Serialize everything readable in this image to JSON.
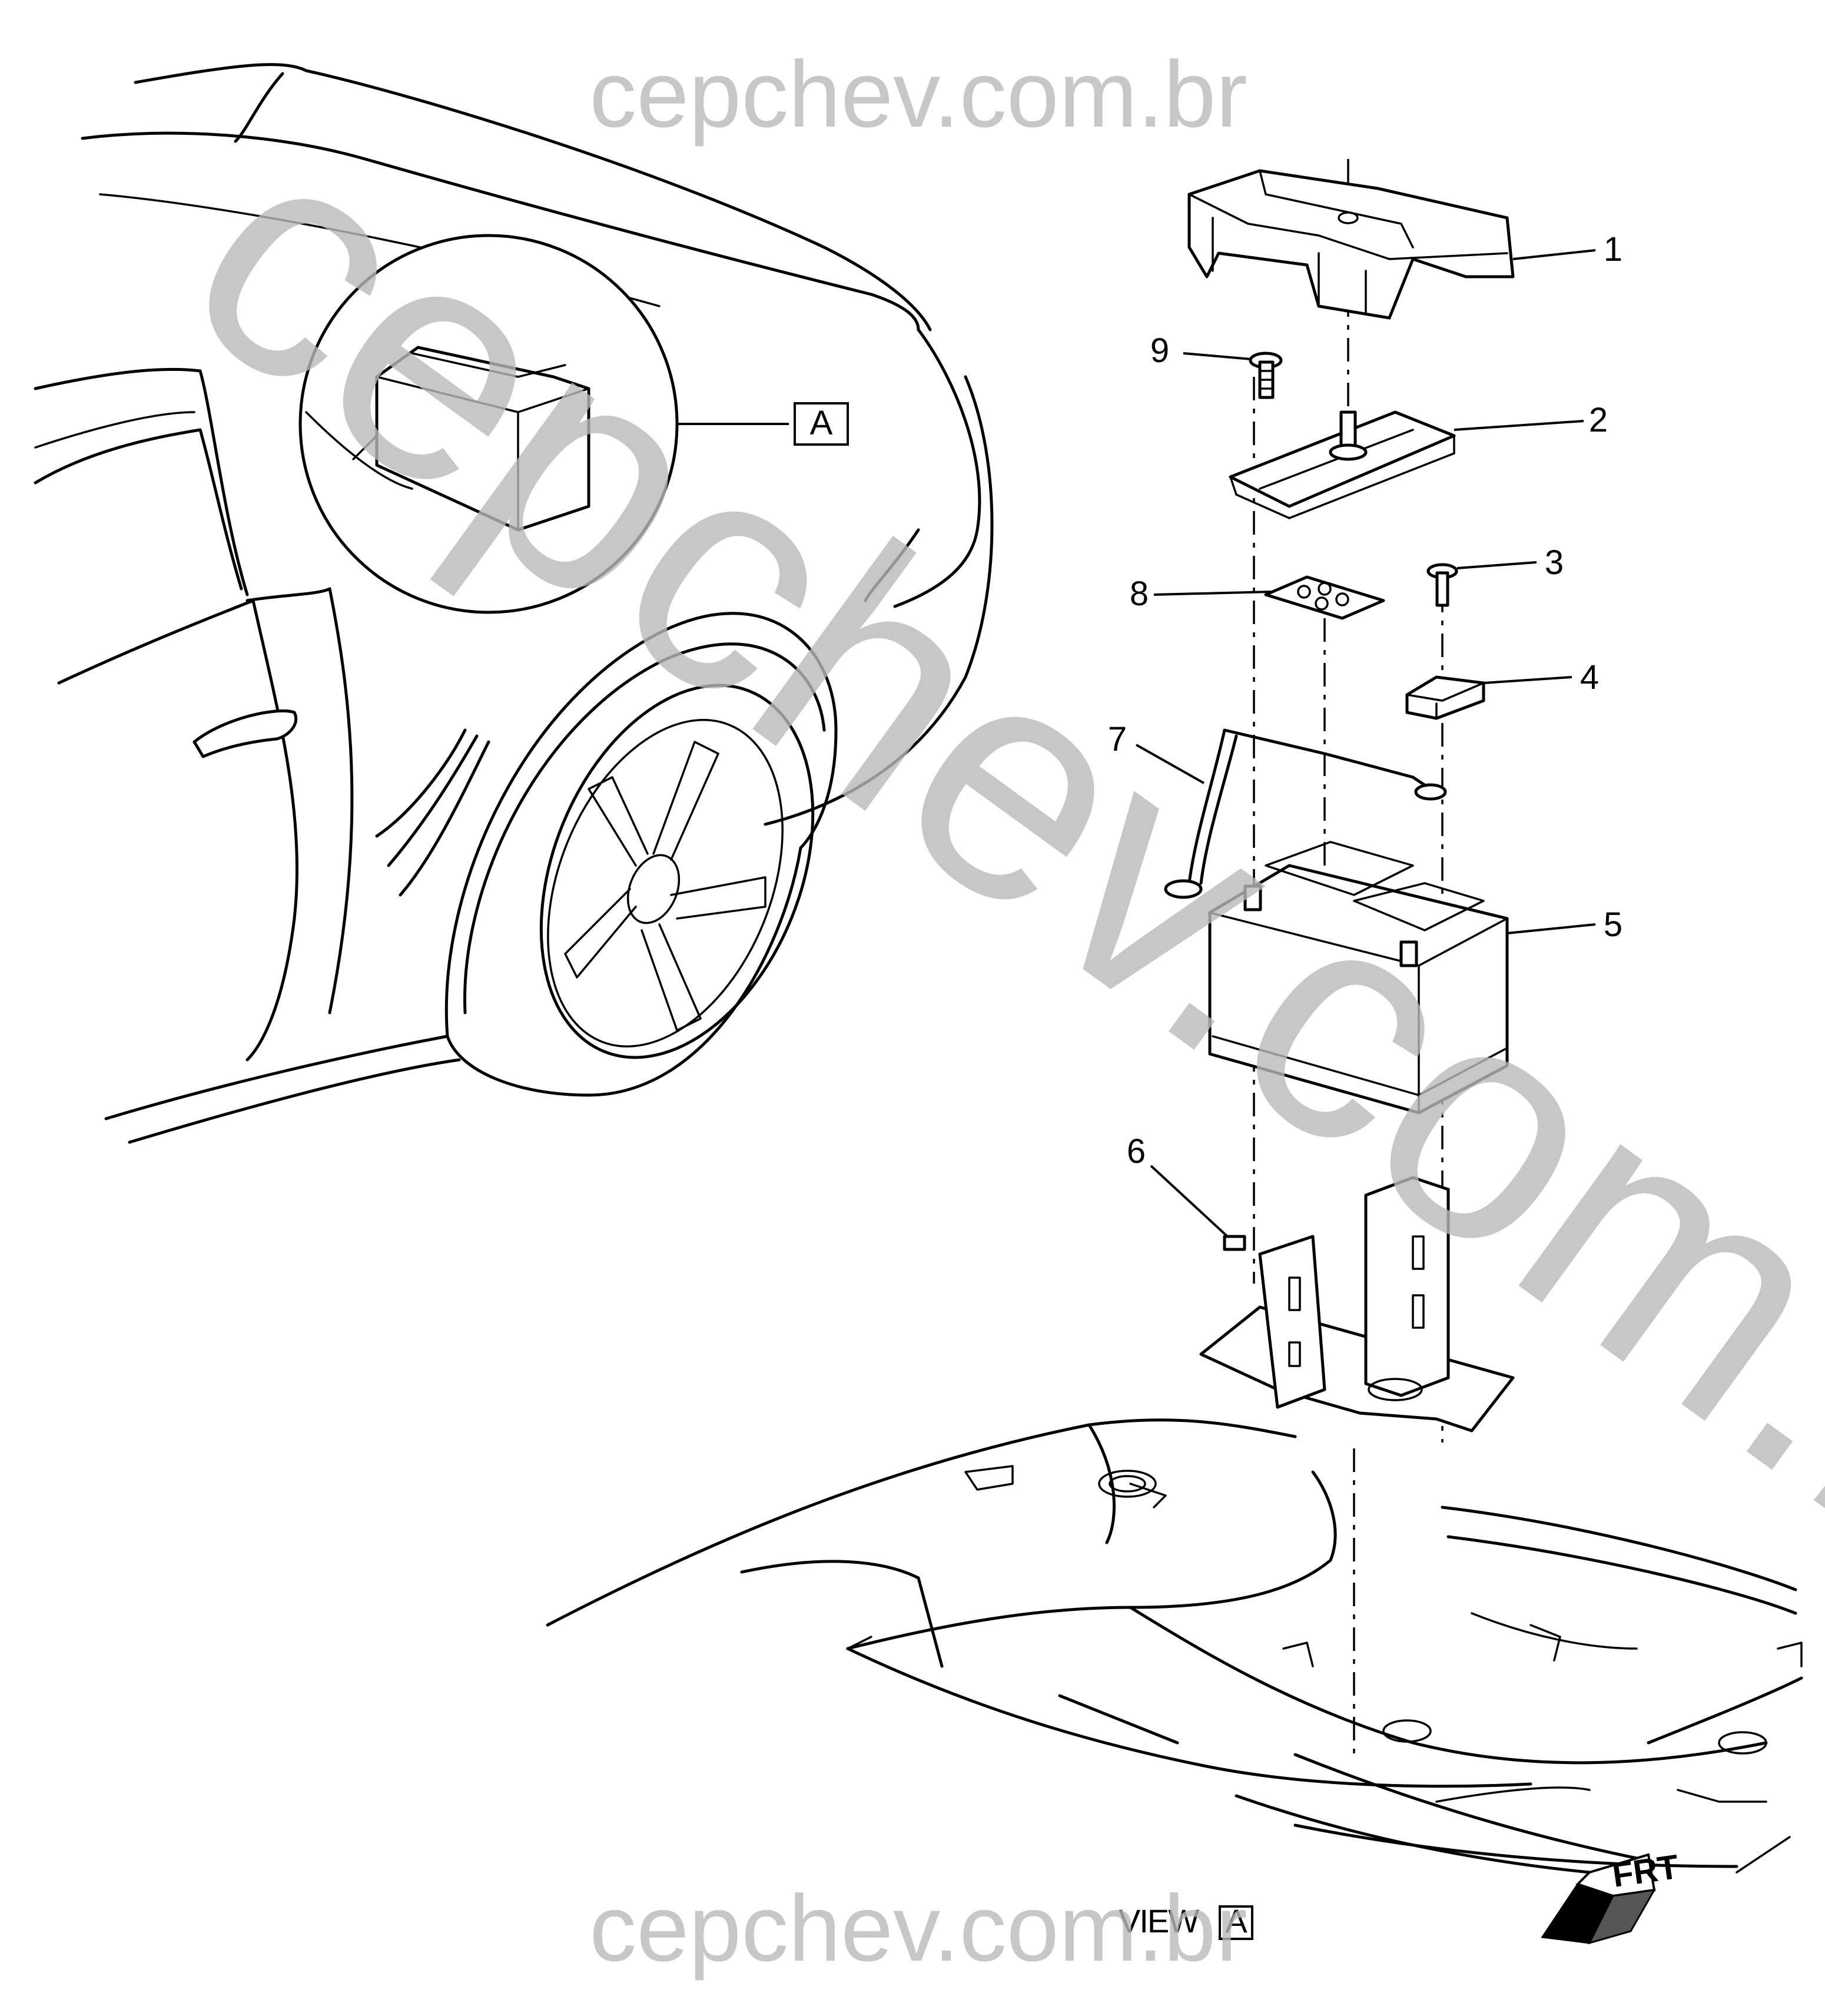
{
  "diagram": {
    "view_flag": "A",
    "view_caption": "VIEW",
    "view_caption_box": "A",
    "front_arrow": "FRT",
    "callouts": [
      {
        "id": "callout-1",
        "label": "1"
      },
      {
        "id": "callout-2",
        "label": "2"
      },
      {
        "id": "callout-3",
        "label": "3"
      },
      {
        "id": "callout-4",
        "label": "4"
      },
      {
        "id": "callout-5",
        "label": "5"
      },
      {
        "id": "callout-6",
        "label": "6"
      },
      {
        "id": "callout-7",
        "label": "7"
      },
      {
        "id": "callout-8",
        "label": "8"
      },
      {
        "id": "callout-9",
        "label": "9"
      }
    ]
  },
  "watermark": {
    "top": "cepchev.com.br",
    "diagonal": "cepchev.com.br",
    "bottom": "cepchev.com.br"
  }
}
